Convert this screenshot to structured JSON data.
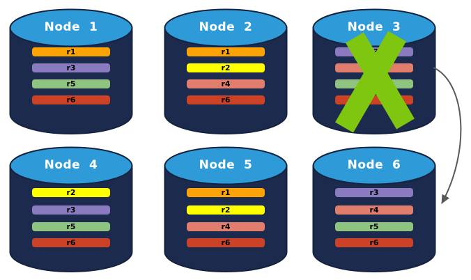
{
  "colors": {
    "background": "#FFFFFF",
    "cylinder_body": "#1C2B4D",
    "cylinder_outline": "#13233F",
    "cylinder_top": "#2E9BD8",
    "node_title_text": "#FFFFFF",
    "replica_label_text": "#000000",
    "x_mark": "#7EC60F",
    "arrow": "#595959"
  },
  "nodes": [
    {
      "label": "Node  1",
      "replicas": [
        {
          "label": "r1",
          "color": "#FCA307"
        },
        {
          "label": "r3",
          "color": "#8A7BC0"
        },
        {
          "label": "r5",
          "color": "#8FC380"
        },
        {
          "label": "r6",
          "color": "#CC4227"
        }
      ]
    },
    {
      "label": "Node  2",
      "replicas": [
        {
          "label": "r1",
          "color": "#FCA307"
        },
        {
          "label": "r2",
          "color": "#FFFF00"
        },
        {
          "label": "r4",
          "color": "#E07D6C"
        },
        {
          "label": "r6",
          "color": "#CC4227"
        }
      ]
    },
    {
      "label": "Node  3",
      "replicas": [
        {
          "label": "r3",
          "color": "#8A7BC0"
        },
        {
          "label": "",
          "color": "#E07D6C"
        },
        {
          "label": "",
          "color": "#8FC380"
        },
        {
          "label": "",
          "color": "#CC4227"
        }
      ]
    },
    {
      "label": "Node  4",
      "replicas": [
        {
          "label": "r2",
          "color": "#FFFF00"
        },
        {
          "label": "r3",
          "color": "#8A7BC0"
        },
        {
          "label": "r5",
          "color": "#8FC380"
        },
        {
          "label": "r6",
          "color": "#CC4227"
        }
      ]
    },
    {
      "label": "Node  5",
      "replicas": [
        {
          "label": "r1",
          "color": "#FCA307"
        },
        {
          "label": "r2",
          "color": "#FFFF00"
        },
        {
          "label": "r4",
          "color": "#E07D6C"
        },
        {
          "label": "r6",
          "color": "#CC4227"
        }
      ]
    },
    {
      "label": "Node  6",
      "replicas": [
        {
          "label": "r3",
          "color": "#8A7BC0"
        },
        {
          "label": "r4",
          "color": "#E07D6C"
        },
        {
          "label": "r5",
          "color": "#8FC380"
        },
        {
          "label": "r6",
          "color": "#CC4227"
        }
      ]
    }
  ],
  "annotations": {
    "failed_node": "Node 3",
    "arrow_from": "Node 3",
    "arrow_to": "Node 6"
  }
}
